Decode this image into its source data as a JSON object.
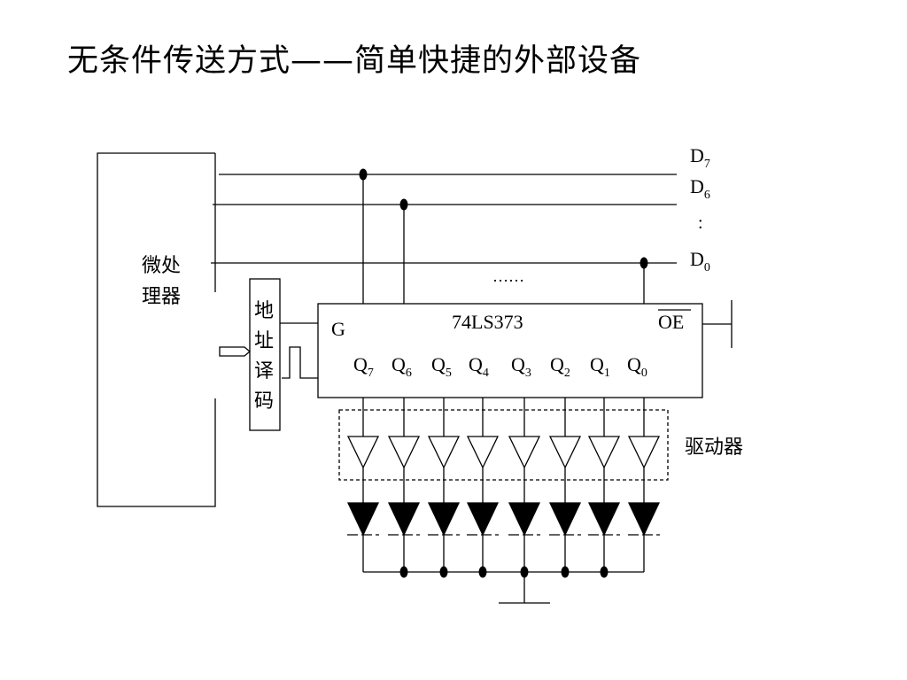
{
  "title": "无条件传送方式——简单快捷的外部设备",
  "diagram": {
    "cpu": {
      "lines": [
        "微处",
        "理器"
      ]
    },
    "decoder": {
      "chars": [
        "地",
        "址",
        "译",
        "码"
      ]
    },
    "latch": {
      "part": "74LS373",
      "gate_pin": "G",
      "oe_pin": "OE",
      "outputs": [
        {
          "q": "Q",
          "sub": "7"
        },
        {
          "q": "Q",
          "sub": "6"
        },
        {
          "q": "Q",
          "sub": "5"
        },
        {
          "q": "Q",
          "sub": "4"
        },
        {
          "q": "Q",
          "sub": "3"
        },
        {
          "q": "Q",
          "sub": "2"
        },
        {
          "q": "Q",
          "sub": "1"
        },
        {
          "q": "Q",
          "sub": "0"
        }
      ]
    },
    "data_bus": [
      {
        "d": "D",
        "sub": "7"
      },
      {
        "d": "D",
        "sub": "6"
      },
      {
        "d": ":",
        "sub": ""
      },
      {
        "d": "D",
        "sub": "0"
      }
    ],
    "ellipsis": "……",
    "driver_label": "驱动器",
    "led_count": 8
  }
}
